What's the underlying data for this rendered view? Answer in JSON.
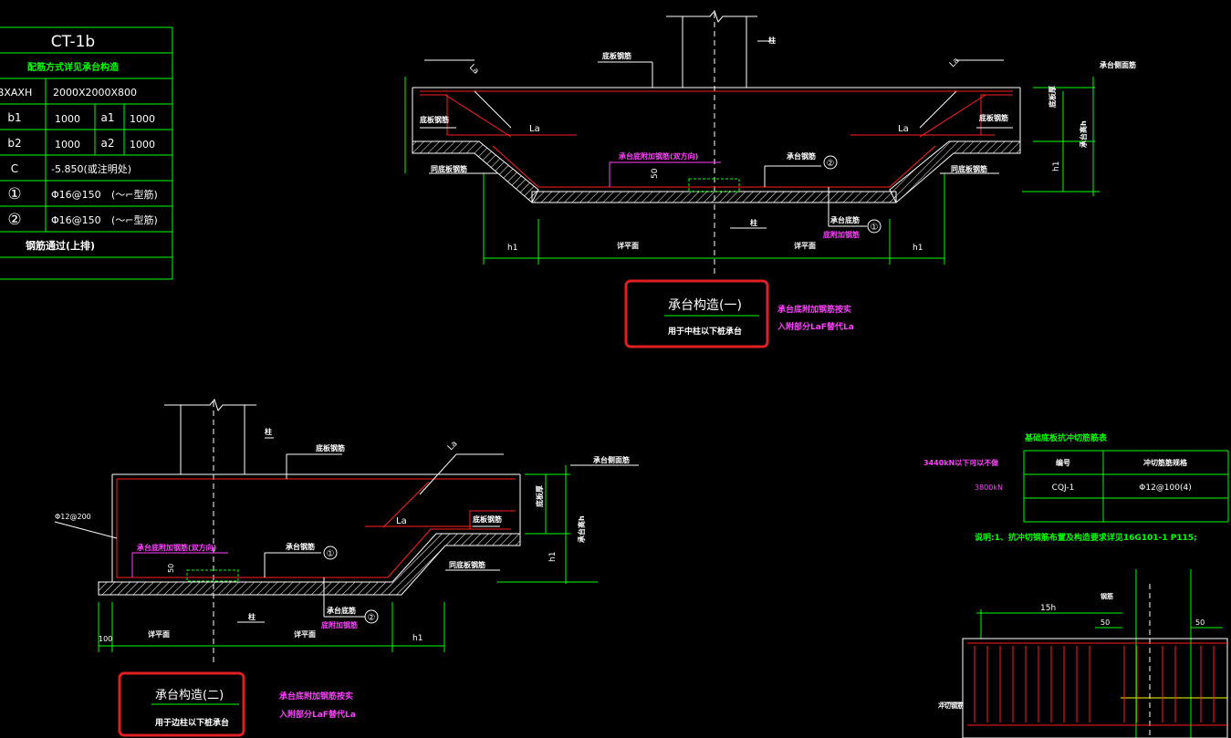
{
  "colors": {
    "background": "#000000",
    "green": "#00ff00",
    "white": "#ffffff",
    "red": "#ff2020",
    "magenta": "#ff40ff",
    "yellow": "#ffff00",
    "highlight": "#e02020"
  },
  "param_table": {
    "title": "CT-1b",
    "subtitle": "配筋方式详见承台构造",
    "rows": [
      {
        "label": "BXAXH",
        "value": "2000X2000X800"
      },
      {
        "label": "b1",
        "value": "1000",
        "label2": "a1",
        "value2": "1000"
      },
      {
        "label": "b2",
        "value": "1000",
        "label2": "a2",
        "value2": "1000"
      },
      {
        "label": "C",
        "value": "-5.850(或注明处)"
      },
      {
        "label": "①",
        "value": "Φ16@150",
        "note": "(〜⌐型筋)"
      },
      {
        "label": "②",
        "value": "Φ16@150",
        "note": "(〜⌐型筋)"
      }
    ],
    "footer": "钢筋通过(上排)"
  },
  "detail_1": {
    "labels": {
      "column": "柱",
      "bottom_bar": "底板钢筋",
      "la_top_left": "La",
      "la_top_right": "La",
      "la_left": "La",
      "la_right": "La",
      "slab_bar_left": "底板钢筋",
      "slab_bar_right": "底板钢筋",
      "same_bar_left": "同底板钢筋",
      "same_bar_right": "同底板钢筋",
      "cap_edge": "承台侧面筋",
      "cap_bottom_add": "承台底附加钢筋(双方向)",
      "cap_bar": "承台钢筋",
      "cap_bar_bottom": "承台底筋",
      "bottom_add": "底附加钢筋",
      "dim_50": "50",
      "slab_thick": "底板厚",
      "cap_h": "承台高h",
      "h1_right_v": "h1",
      "axis": "柱",
      "h1_left": "h1",
      "h1_right": "h1",
      "detail_left": "详平面",
      "detail_right": "详平面",
      "circle_1": "①",
      "circle_2": "②"
    },
    "caption": {
      "title": "承台构造(一)",
      "sub": "用于中柱以下桩承台"
    },
    "note": [
      "承台底附加钢筋按实",
      "入附部分LaF替代La"
    ]
  },
  "detail_2": {
    "labels": {
      "column": "柱",
      "bottom_bar": "底板钢筋",
      "la_top": "La",
      "cap_edge": "承台侧面筋",
      "bar_left": "Φ12@200",
      "slab_bar": "底板钢筋",
      "la_mid": "La",
      "slab_thick": "底板厚",
      "cap_h": "承台高h",
      "h1_v": "h1",
      "cap_bottom_add": "承台底附加钢筋(双方向)",
      "cap_bar": "承台钢筋",
      "dim_50": "50",
      "same_bar": "同底板钢筋",
      "circle_1": "①",
      "axis": "柱",
      "cap_bar_bottom": "承台底筋",
      "bottom_add": "底附加钢筋",
      "circle_2": "②",
      "dim_100": "100",
      "detail_left": "详平面",
      "detail_right": "详平面",
      "h1": "h1"
    },
    "caption": {
      "title": "承台构造(二)",
      "sub": "用于边柱以下桩承台"
    },
    "note": [
      "承台底附加钢筋按实",
      "入附部分LaF替代La"
    ]
  },
  "punch_table": {
    "title": "基础底板抗冲切筋筋表",
    "left_top": "3440kN以下可以不做",
    "left_bottom": "3800kN",
    "header": [
      "编号",
      "冲切筋筋规格"
    ],
    "row": [
      "CQJ-1",
      "Φ12@100(4)"
    ],
    "note": "说明:1、抗冲切钢筋布置及构造要求详见16G101-1 P115;"
  },
  "detail_3": {
    "dim_15h": "15h",
    "dim_50a": "50",
    "dim_50b": "50",
    "label_top": "钢筋",
    "label_left": "冲切钢筋"
  }
}
